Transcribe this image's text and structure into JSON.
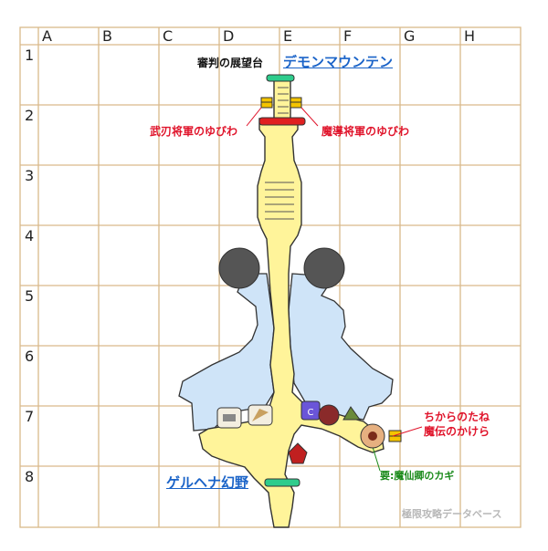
{
  "grid": {
    "columns": [
      "A",
      "B",
      "C",
      "D",
      "E",
      "F",
      "G",
      "H"
    ],
    "rows": [
      "1",
      "2",
      "3",
      "4",
      "5",
      "6",
      "7",
      "8"
    ]
  },
  "places": {
    "top_spot": "審判の展望台",
    "top_link": "デモンマウンテン",
    "bottom_link": "ゲルヘナ幻野"
  },
  "items": {
    "left_ring": "武刃将軍のゆびわ",
    "right_ring": "魔導将軍のゆびわ",
    "seed": "ちからのたね",
    "fragment": "魔伝のかけら",
    "key": "要:魔仙卿のカギ"
  },
  "watermark": "極限攻略データベース",
  "colors": {
    "grid_line": "#d9b98a",
    "floor": "#fff49a",
    "water": "#cfe4f8",
    "outline": "#333333",
    "stairs": "#2ecc8c",
    "barrier": "#e02020",
    "link": "#1a63c8",
    "red_text": "#e0142b",
    "green_text": "#1a8a1a",
    "rock": "#555555"
  },
  "icons": [
    "treasure-chest-icon",
    "stairs-icon",
    "barrier-icon",
    "rock-icon",
    "monster-icon",
    "ring-pointer-icon"
  ]
}
